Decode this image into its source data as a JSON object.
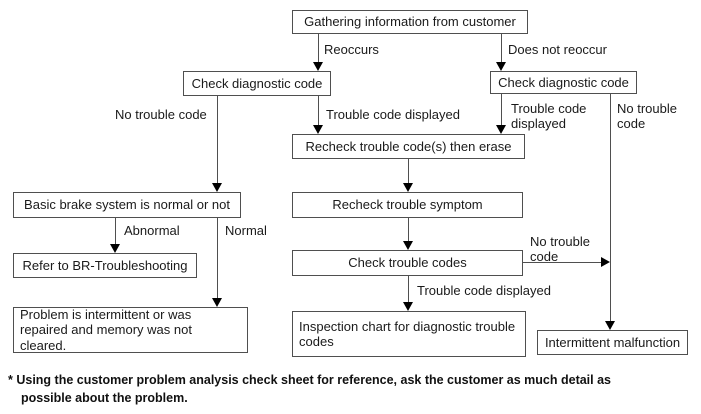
{
  "diagram": {
    "nodes": {
      "gathering": "Gathering information from customer",
      "check_diag_left": "Check diagnostic code",
      "check_diag_right": "Check diagnostic code",
      "recheck_erase": "Recheck trouble code(s) then erase",
      "recheck_symptom": "Recheck trouble symptom",
      "check_codes": "Check trouble codes",
      "basic_brake": "Basic brake system is normal or not",
      "refer_br": "Refer to BR-Troubleshooting",
      "problem_intermittent": "Problem is intermittent or was repaired and memory was not cleared.",
      "inspection_chart": "Inspection chart for diagnostic trouble codes",
      "intermittent_malfunction": "Intermittent malfunction"
    },
    "edge_labels": {
      "reoccurs": "Reoccurs",
      "does_not_reoccur": "Does not reoccur",
      "no_trouble_code_left": "No trouble code",
      "trouble_code_displayed_left": "Trouble code displayed",
      "trouble_code_displayed_right": "Trouble code displayed",
      "no_trouble_code_right": "No trouble code",
      "abnormal": "Abnormal",
      "normal": "Normal",
      "no_trouble_code_mid": "No trouble code",
      "trouble_code_displayed_mid": "Trouble code displayed"
    },
    "footnote": {
      "line1": "* Using the customer problem analysis check sheet for reference, ask the customer as much detail as",
      "line2": "possible about the problem."
    },
    "colors": {
      "box_border": "#4f4f4f",
      "line": "#4f4f4f",
      "arrowhead": "#000000",
      "text": "#1a1a1a",
      "background": "#ffffff"
    }
  }
}
